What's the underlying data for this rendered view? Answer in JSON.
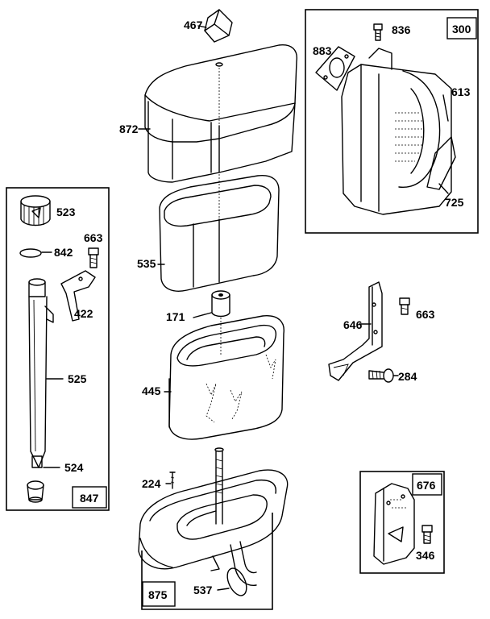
{
  "diagram": {
    "part_labels": {
      "p467": "467",
      "p872": "872",
      "p535": "535",
      "p171": "171",
      "p445": "445",
      "p224": "224",
      "p537": "537",
      "p836": "836",
      "p883": "883",
      "p613": "613",
      "p725": "725",
      "p523": "523",
      "p842": "842",
      "p663a": "663",
      "p422": "422",
      "p525": "525",
      "p524": "524",
      "p646": "646",
      "p663b": "663",
      "p284": "284",
      "p346": "346"
    },
    "kit_labels": {
      "k300": "300",
      "k847": "847",
      "k875": "875",
      "k676": "676"
    }
  }
}
